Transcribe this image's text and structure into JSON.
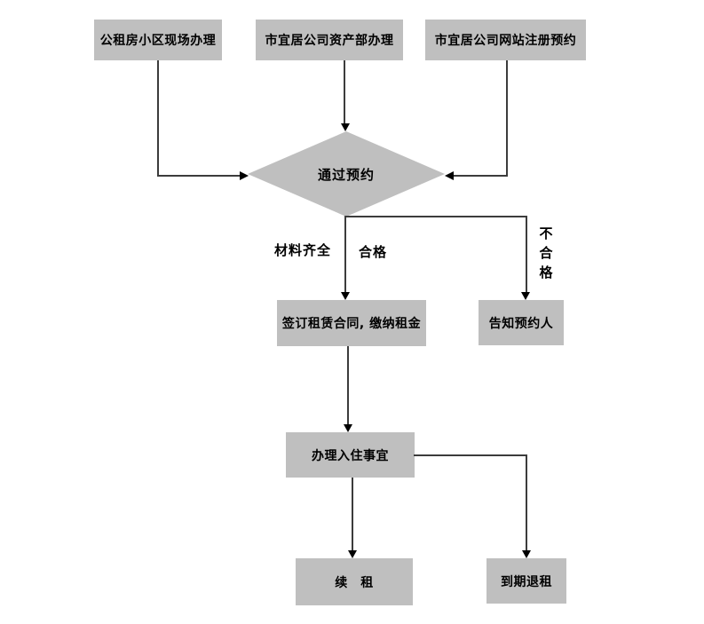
{
  "flowchart": {
    "type": "flowchart",
    "colors": {
      "node_fill": "#bfbfbf",
      "line": "#3c3c3c",
      "arrow": "#000000",
      "text": "#000000",
      "background": "#ffffff"
    },
    "nodes": {
      "site": {
        "label": "公租房小区现场办理",
        "shape": "rect"
      },
      "asset": {
        "label": "市宜居公司资产部办理",
        "shape": "rect"
      },
      "web": {
        "label": "市宜居公司网站注册预约",
        "shape": "rect"
      },
      "decision": {
        "label": "通过预约",
        "shape": "diamond"
      },
      "contract": {
        "label": "签订租赁合同, 缴纳租金",
        "shape": "rect"
      },
      "notify": {
        "label": "告知预约人",
        "shape": "rect"
      },
      "checkin": {
        "label": "办理入住事宜",
        "shape": "rect"
      },
      "renew": {
        "label": "续　租",
        "shape": "rect"
      },
      "endlease": {
        "label": "到期退租",
        "shape": "rect"
      }
    },
    "edge_labels": {
      "materials": "材料齐全",
      "qualified": "合格",
      "unqualified": "不合格"
    },
    "edges": [
      {
        "from": "site",
        "to": "decision",
        "label": ""
      },
      {
        "from": "asset",
        "to": "decision",
        "label": ""
      },
      {
        "from": "web",
        "to": "decision",
        "label": ""
      },
      {
        "from": "decision",
        "to": "contract",
        "label": "材料齐全 合格"
      },
      {
        "from": "decision",
        "to": "notify",
        "label": "不合格"
      },
      {
        "from": "contract",
        "to": "checkin",
        "label": ""
      },
      {
        "from": "checkin",
        "to": "renew",
        "label": ""
      },
      {
        "from": "checkin",
        "to": "endlease",
        "label": ""
      }
    ]
  }
}
